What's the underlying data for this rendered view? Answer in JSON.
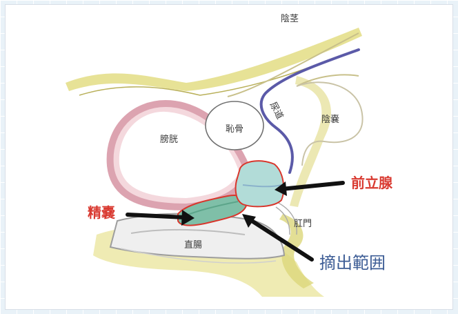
{
  "diagram": {
    "labels": {
      "penis": "陰茎",
      "urethra": "尿道",
      "scrotum": "陰嚢",
      "bladder": "膀胱",
      "pubic_bone": "恥骨",
      "anus": "肛門",
      "rectum": "直腸"
    },
    "callouts": {
      "prostate": "前立腺",
      "seminal_vesicle": "精嚢",
      "resection_range": "摘出範囲"
    },
    "colors": {
      "callout_red": "#d93a31",
      "callout_blue": "#3c5c95",
      "skin_yellow": "#dcd77a",
      "bladder_pink": "#e2a8b4",
      "urethra_purple": "#5b5aa8",
      "organ_teal": "#a9d6d2",
      "seminal_green": "#6fb59a",
      "outline_red": "#d9362c",
      "background_blue": "#e9f2f8"
    }
  }
}
